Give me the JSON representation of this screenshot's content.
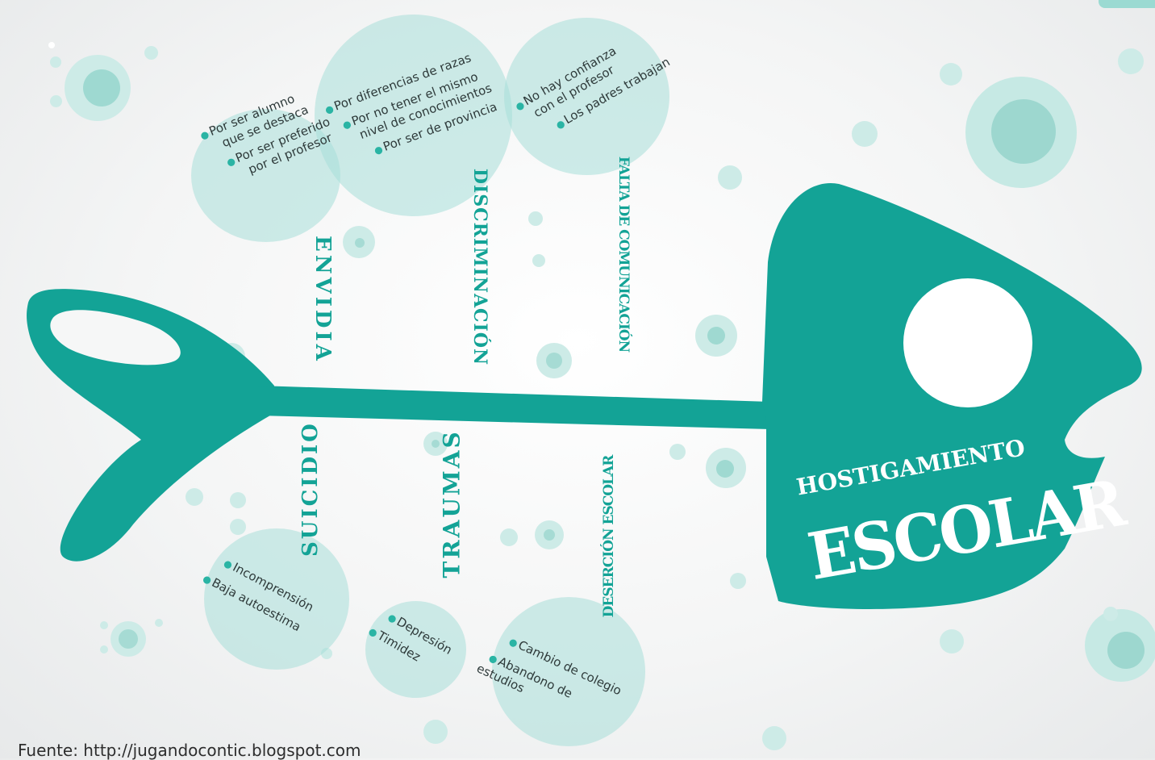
{
  "title": {
    "line1": "HOSTIGAMIENTO",
    "line2": "ESCOLAR"
  },
  "colors": {
    "fish": "#13a396",
    "accent": "#2ab4a4",
    "cloud": "#a8ded8",
    "text": "#2e3a3a"
  },
  "causes": [
    {
      "label": "ENVIDIA",
      "items": [
        "Por ser alumno",
        "que se destaca",
        "Por ser preferido",
        "por el profesor"
      ]
    },
    {
      "label": "DISCRIMINACIÓN",
      "items": [
        "Por diferencias de razas",
        "Por no tener el mismo",
        "nivel de conocimientos",
        "Por ser de provincia"
      ]
    },
    {
      "label": "FALTA DE COMUNICACIÓN",
      "items": [
        "No hay confianza",
        "con el profesor",
        "Los padres trabajan"
      ]
    }
  ],
  "effects": [
    {
      "label": "SUICIDIO",
      "items": [
        "Incomprensión",
        "Baja autoestima"
      ]
    },
    {
      "label": "TRAUMAS",
      "items": [
        "Depresión",
        "Timidez"
      ]
    },
    {
      "label": "DESERCIÓN ESCOLAR",
      "items": [
        "Cambio de colegio",
        "Abandono de",
        "estudios"
      ]
    }
  ],
  "source": "Fuente: http://jugandocontic.blogspot.com"
}
